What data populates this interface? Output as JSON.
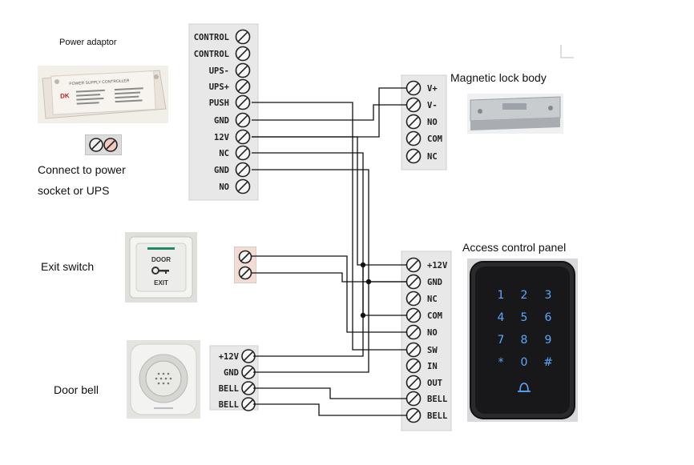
{
  "labels": {
    "power_adaptor": "Power adaptor",
    "connect_line1": "Connect to power",
    "connect_line2": "socket or UPS",
    "magnetic_lock": "Magnetic lock body",
    "access_panel": "Access control panel",
    "exit_switch": "Exit switch",
    "door_bell": "Door bell"
  },
  "power_supply_terminals": [
    "CONTROL",
    "CONTROL",
    "UPS-",
    "UPS+",
    "PUSH",
    "GND",
    "12V",
    "NC",
    "GND",
    "NO"
  ],
  "lock_terminals": [
    "V+",
    "V-",
    "NO",
    "COM",
    "NC"
  ],
  "panel_terminals": [
    "+12V",
    "GND",
    "NC",
    "COM",
    "NO",
    "SW",
    "IN",
    "OUT",
    "BELL",
    "BELL"
  ],
  "bell_terminals": [
    "+12V",
    "GND",
    "BELL",
    "BELL"
  ],
  "adaptor_plate_text": "POWER SUPPLY CONTROLLER",
  "adaptor_brand": "DK",
  "exit_button": {
    "line1": "DOOR",
    "line2": "EXIT"
  },
  "keypad_keys": [
    "1",
    "2",
    "3",
    "4",
    "5",
    "6",
    "7",
    "8",
    "9",
    "*",
    "0",
    "#"
  ],
  "colors": {
    "wire": "#111111",
    "terminal_bg": "#e6e6e6",
    "keypad_glow": "#5aa8ff",
    "panel_body": "#1b1b1d"
  }
}
